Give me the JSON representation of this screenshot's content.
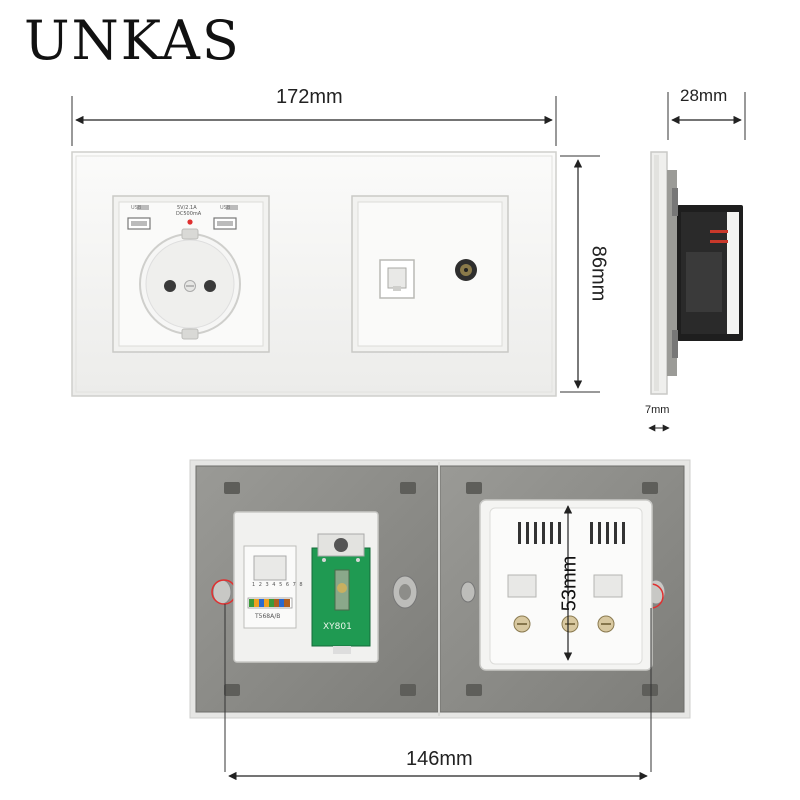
{
  "brand": {
    "name": "UNKAS"
  },
  "dimensions": {
    "width_front": "172mm",
    "depth_side": "28mm",
    "height_front": "86mm",
    "plate_thickness": "7mm",
    "module_size": "53mm",
    "mounting_distance": "146mm"
  },
  "labels": {
    "usb_left": "USB",
    "usb_right": "USB",
    "usb_rating": "5V/2.1A",
    "usb_output": "DC500mA",
    "rj45_standard": "T568A/B",
    "tv_module_code": "XY801",
    "rj45_pins": "1 2 3 4 5 6 7 8"
  },
  "colors": {
    "frame_gray": "#8a8a86",
    "glass_white": "#f4f4f2",
    "pcb_green": "#1f9a52",
    "indicator_red": "#e03030"
  }
}
